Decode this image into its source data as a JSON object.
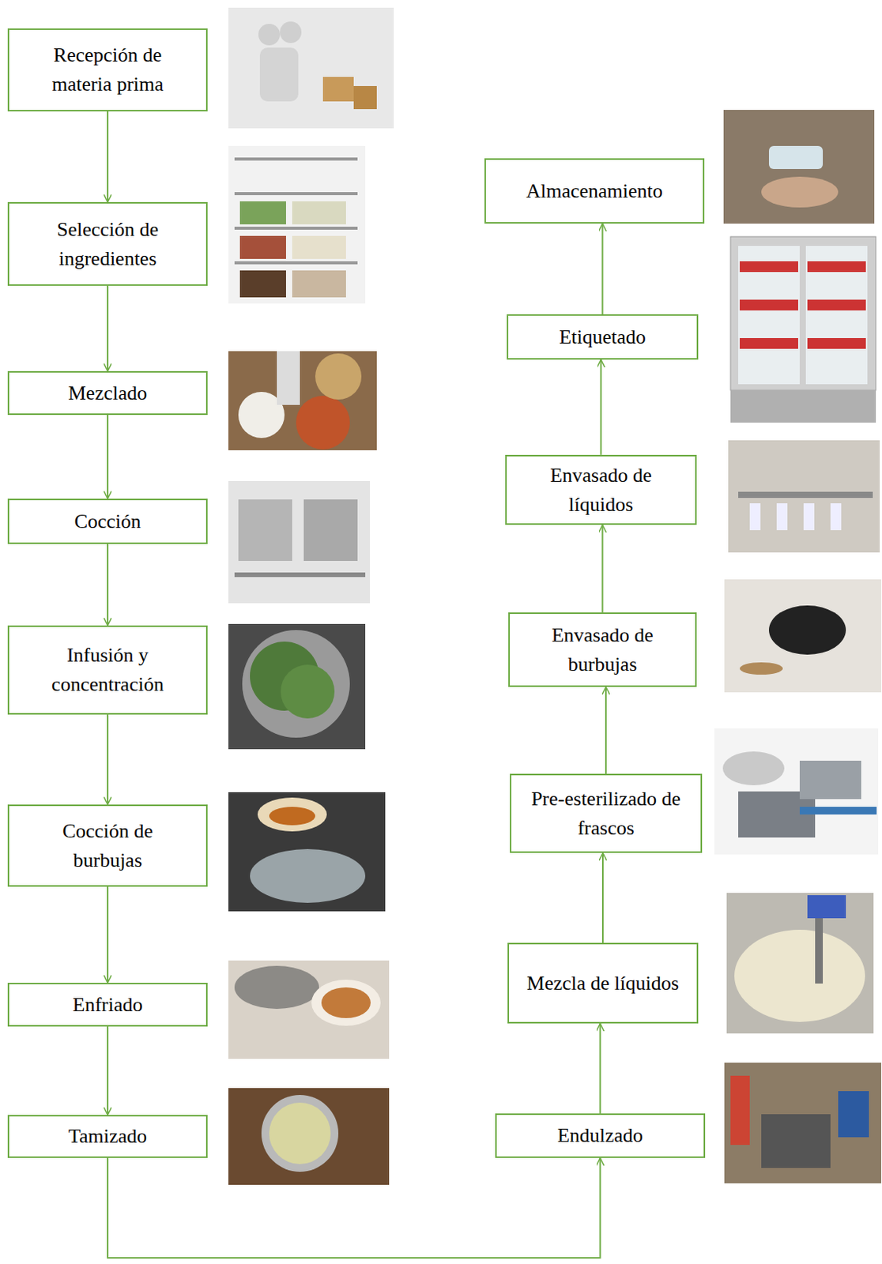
{
  "diagram": {
    "nodes": [
      {
        "text": [
          "Recepción de materia prima"
        ]
      },
      {
        "text": [
          "Selección de ingredientes"
        ]
      },
      {
        "text": [
          "Mezclado"
        ]
      },
      {
        "text": [
          "Cocción"
        ]
      },
      {
        "text": [
          "Infusión y concentración"
        ]
      },
      {
        "text": [
          "Cocción de burbujas"
        ]
      },
      {
        "text": [
          "Enfriado"
        ]
      },
      {
        "text": [
          "Tamizado"
        ]
      },
      {
        "text": [
          "Endulzado"
        ]
      },
      {
        "text": [
          "Mezcla de líquidos"
        ]
      },
      {
        "text": [
          "Pre-esterilizado de frascos"
        ]
      },
      {
        "text": [
          "Envasado de burbujas"
        ]
      },
      {
        "text": [
          "Envasado de líquidos"
        ]
      },
      {
        "text": [
          "Etiquetado"
        ]
      },
      {
        "text": [
          "Almacenamiento"
        ]
      }
    ],
    "edges": [
      {
        "from": 0,
        "to": 1,
        "arrow": "to"
      },
      {
        "from": 1,
        "to": 2,
        "arrow": "to"
      },
      {
        "from": 2,
        "to": 3,
        "arrow": "to"
      },
      {
        "from": 3,
        "to": 4,
        "arrow": "to"
      },
      {
        "from": 4,
        "to": 5,
        "arrow": "to"
      },
      {
        "from": 5,
        "to": 6,
        "arrow": "to"
      },
      {
        "from": 6,
        "to": 7,
        "arrow": "to"
      },
      {
        "from": 7,
        "to": 8,
        "arrow": "to"
      },
      {
        "from": 8,
        "to": 9,
        "arrow": "to"
      },
      {
        "from": 9,
        "to": 10,
        "arrow": "to"
      },
      {
        "from": 10,
        "to": 11,
        "arrow": "to"
      },
      {
        "from": 11,
        "to": 12,
        "arrow": "to"
      },
      {
        "from": 12,
        "to": 13,
        "arrow": "to"
      },
      {
        "from": 13,
        "to": 14,
        "arrow": "to"
      }
    ]
  }
}
